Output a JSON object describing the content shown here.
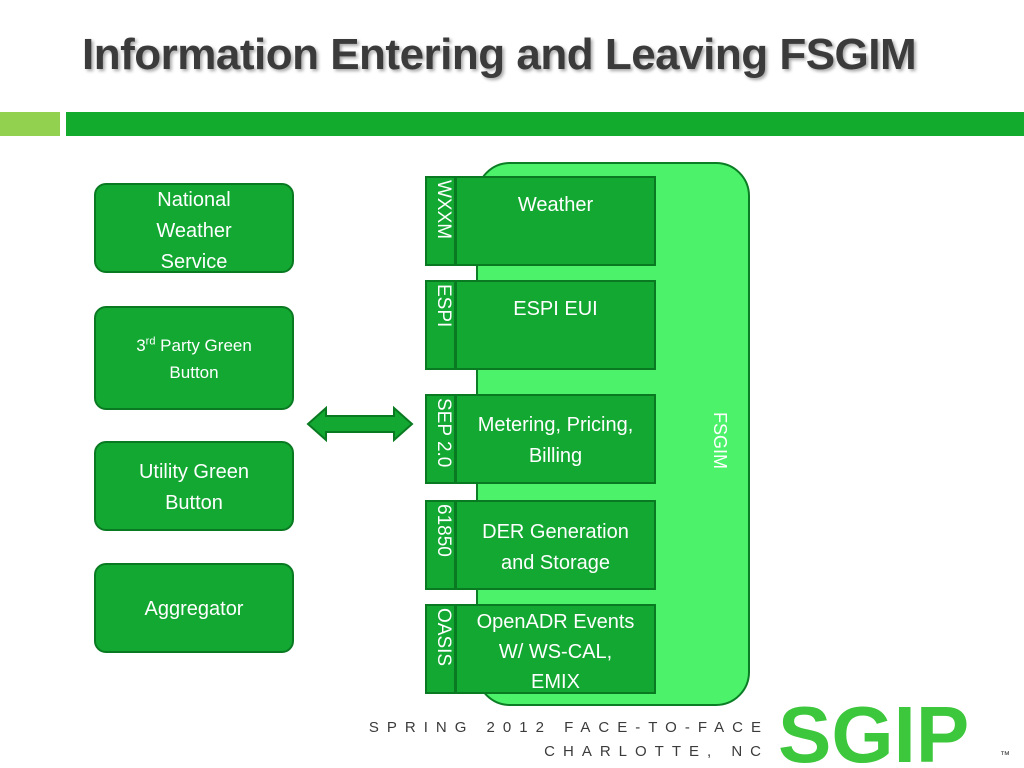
{
  "slide": {
    "title": "Information Entering and Leaving FSGIM",
    "footer_line1": "SPRING 2012 FACE-TO-FACE",
    "footer_line2": "CHARLOTTE, NC"
  },
  "sources": [
    {
      "line1": "National",
      "line2": "Weather",
      "line3": "Service"
    },
    {
      "prefix": "3",
      "sup": "rd",
      "rest": " Party Green",
      "line2": "Button"
    },
    {
      "line1": "Utility Green",
      "line2": "Button"
    },
    {
      "line1": "Aggregator"
    }
  ],
  "fsgim": {
    "label": "FSGIM"
  },
  "protocols": [
    {
      "label": "WXXM",
      "standard_line1": "Weather"
    },
    {
      "label": "ESPI",
      "standard_line1": "ESPI EUI"
    },
    {
      "label": "SEP 2.0",
      "standard_line1": "Metering, Pricing,",
      "standard_line2": "Billing"
    },
    {
      "label": "61850",
      "standard_line1": "DER Generation",
      "standard_line2": "and Storage"
    },
    {
      "label": "OASIS",
      "standard_line1": "OpenADR Events",
      "standard_line2": "W/ WS-CAL,",
      "standard_line3": "EMIX"
    }
  ],
  "logo": {
    "text": "SGIP",
    "trademark": "™"
  },
  "colors": {
    "box_fill": "#12a832",
    "box_border": "#0a7a22",
    "fsgim_fill": "#4cf26a",
    "accent_bar": "#13ab2e",
    "accent_bar_light": "#92d050",
    "title_text": "#3b3b3b"
  }
}
